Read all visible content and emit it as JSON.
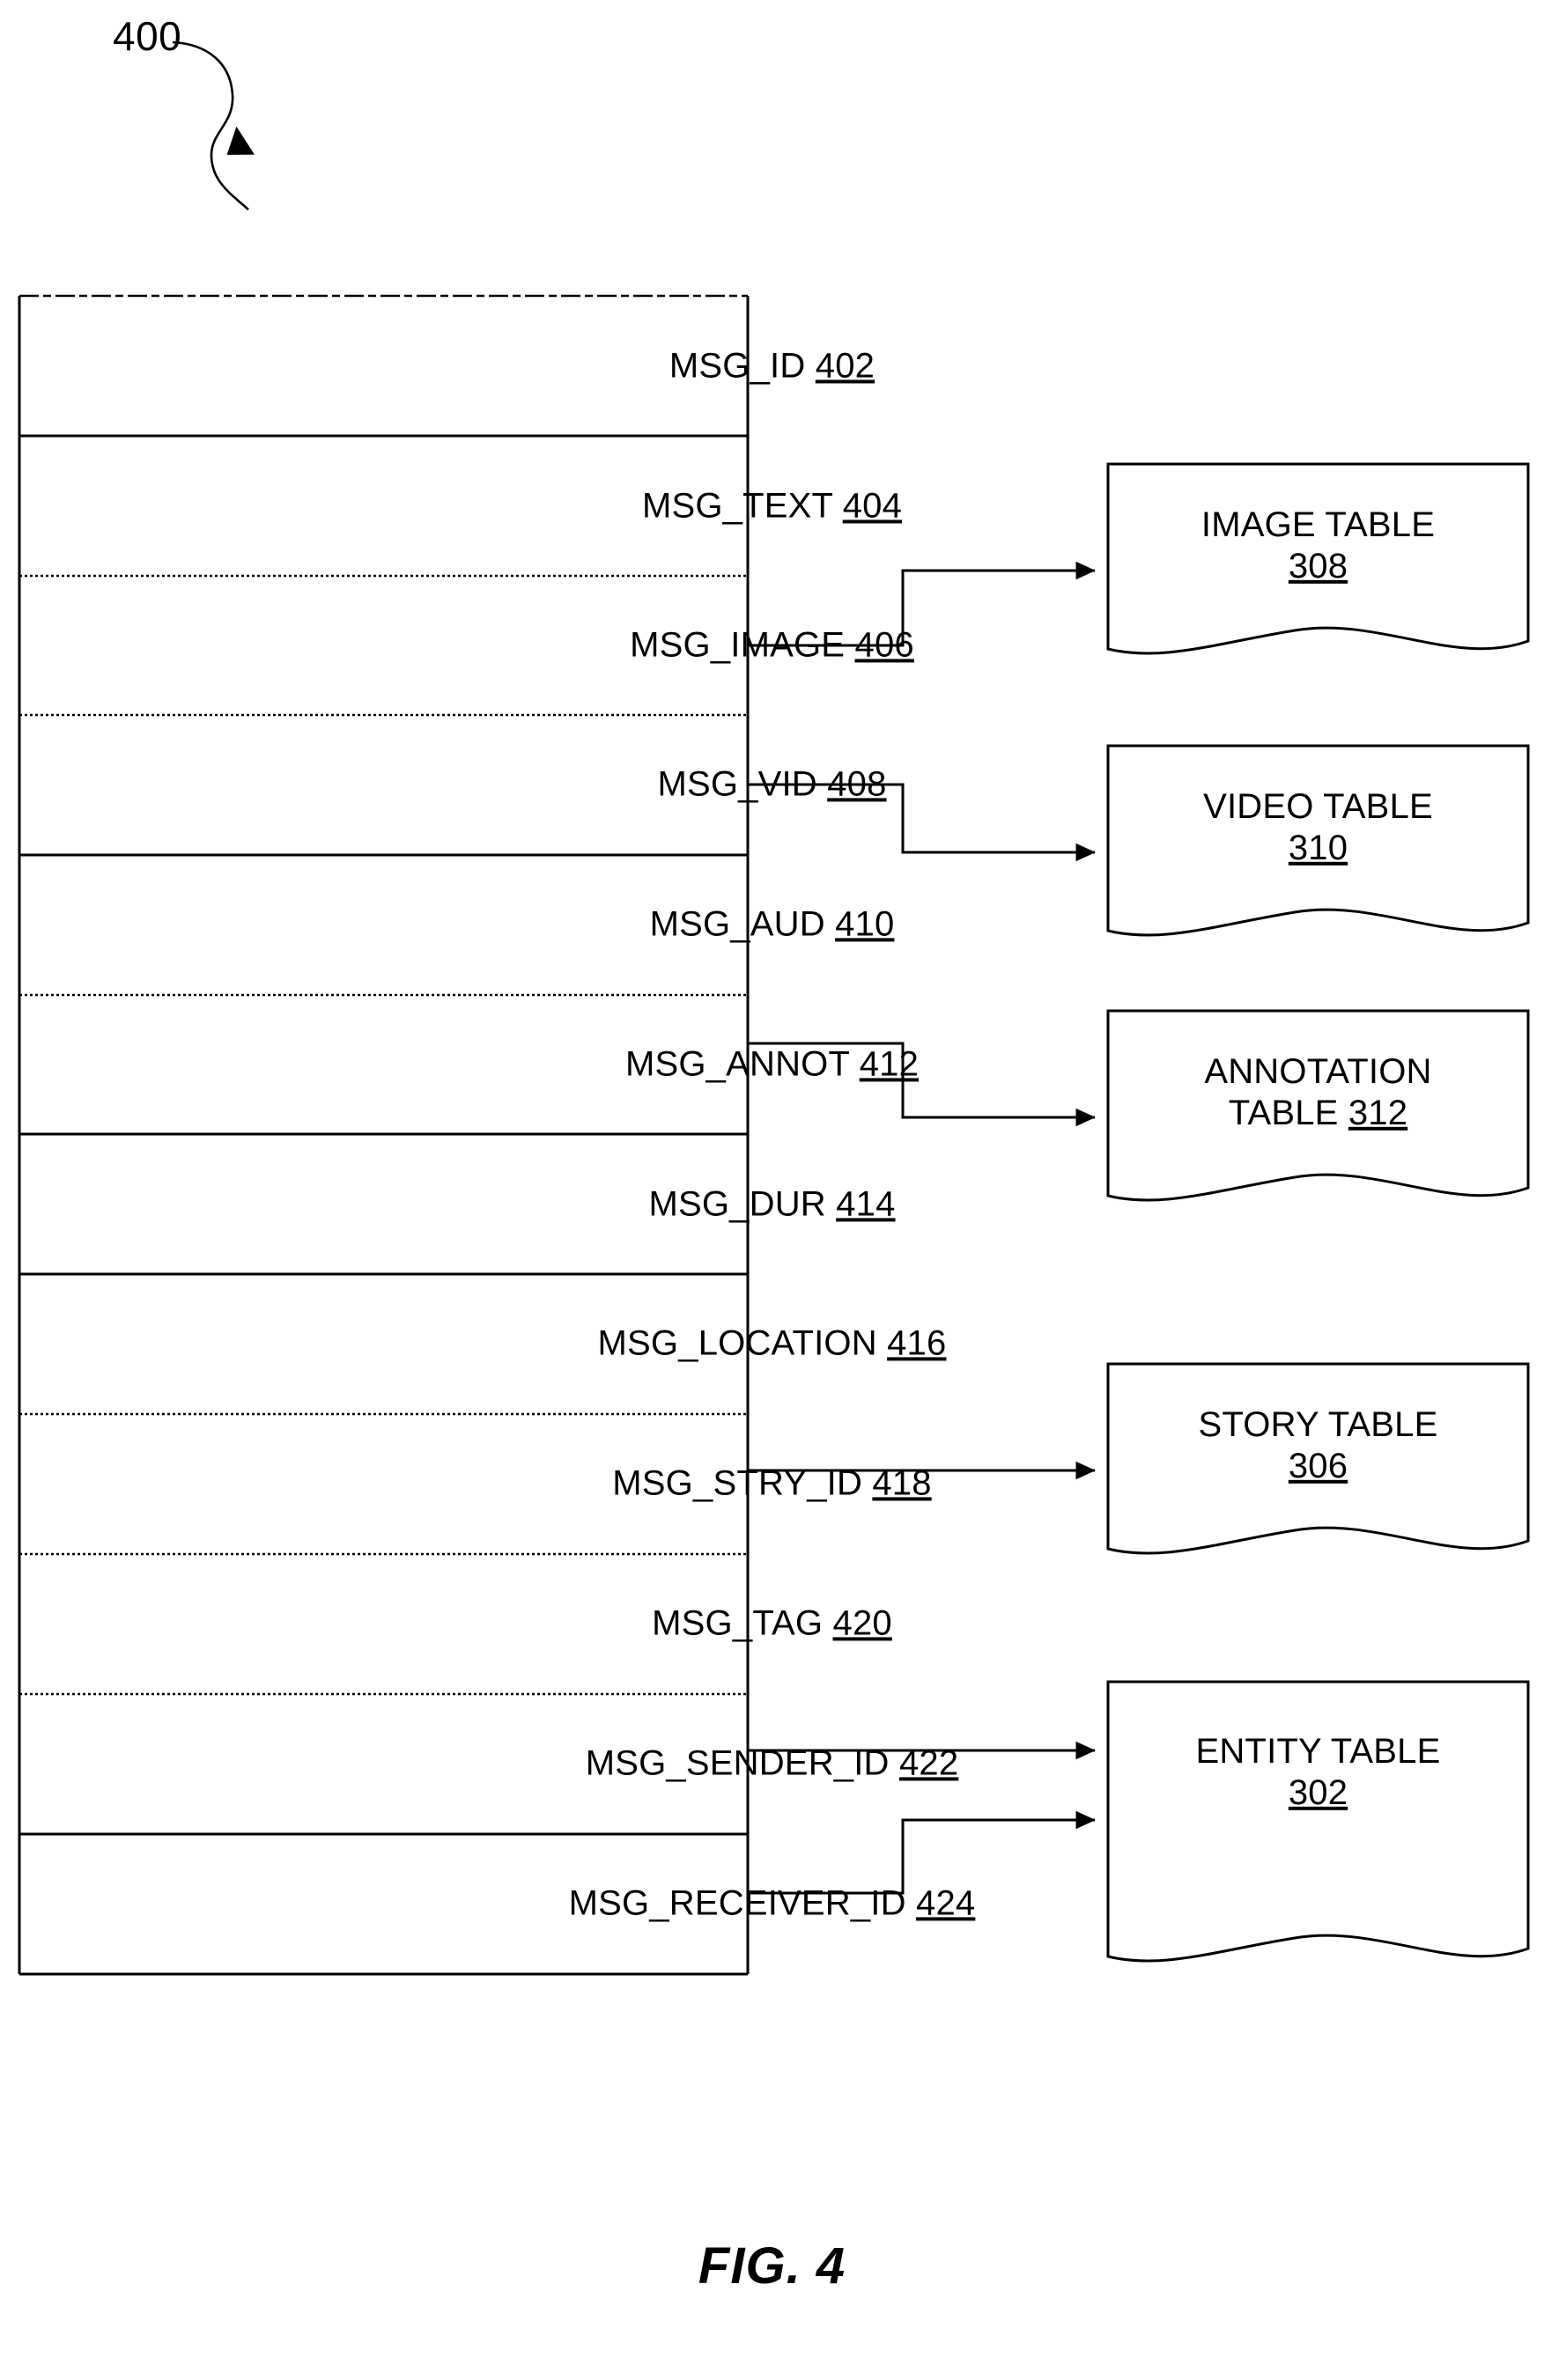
{
  "figure": {
    "reference_numeral": "400",
    "caption": "FIG. 4",
    "stroke_color": "#000000",
    "background_color": "#ffffff"
  },
  "message_table": {
    "name": "message-table",
    "fields": [
      {
        "name": "MSG_ID",
        "ref": "402"
      },
      {
        "name": "MSG_TEXT",
        "ref": "404"
      },
      {
        "name": "MSG_IMAGE",
        "ref": "406"
      },
      {
        "name": "MSG_VID",
        "ref": "408"
      },
      {
        "name": "MSG_AUD",
        "ref": "410"
      },
      {
        "name": "MSG_ANNOT",
        "ref": "412"
      },
      {
        "name": "MSG_DUR",
        "ref": "414"
      },
      {
        "name": "MSG_LOCATION",
        "ref": "416"
      },
      {
        "name": "MSG_STRY_ID",
        "ref": "418"
      },
      {
        "name": "MSG_TAG",
        "ref": "420"
      },
      {
        "name": "MSG_SENDER_ID",
        "ref": "422"
      },
      {
        "name": "MSG_RECEIVER_ID",
        "ref": "424"
      }
    ]
  },
  "linked_tables": [
    {
      "line1": "IMAGE TABLE",
      "line2": "",
      "ref": "308"
    },
    {
      "line1": "VIDEO TABLE",
      "line2": "",
      "ref": "310"
    },
    {
      "line1": "ANNOTATION",
      "line2": "TABLE",
      "ref": "312"
    },
    {
      "line1": "STORY TABLE",
      "line2": "",
      "ref": "306"
    },
    {
      "line1": "ENTITY TABLE",
      "line2": "",
      "ref": "302"
    }
  ],
  "connectors": [
    {
      "from_field": "MSG_IMAGE",
      "to_table": "IMAGE TABLE 308"
    },
    {
      "from_field": "MSG_VID",
      "to_table": "VIDEO TABLE 310"
    },
    {
      "from_field": "MSG_ANNOT",
      "to_table": "ANNOTATION TABLE 312"
    },
    {
      "from_field": "MSG_STRY_ID",
      "to_table": "STORY TABLE 306"
    },
    {
      "from_field": "MSG_SENDER_ID",
      "to_table": "ENTITY TABLE 302"
    },
    {
      "from_field": "MSG_RECEIVER_ID",
      "to_table": "ENTITY TABLE 302"
    }
  ]
}
